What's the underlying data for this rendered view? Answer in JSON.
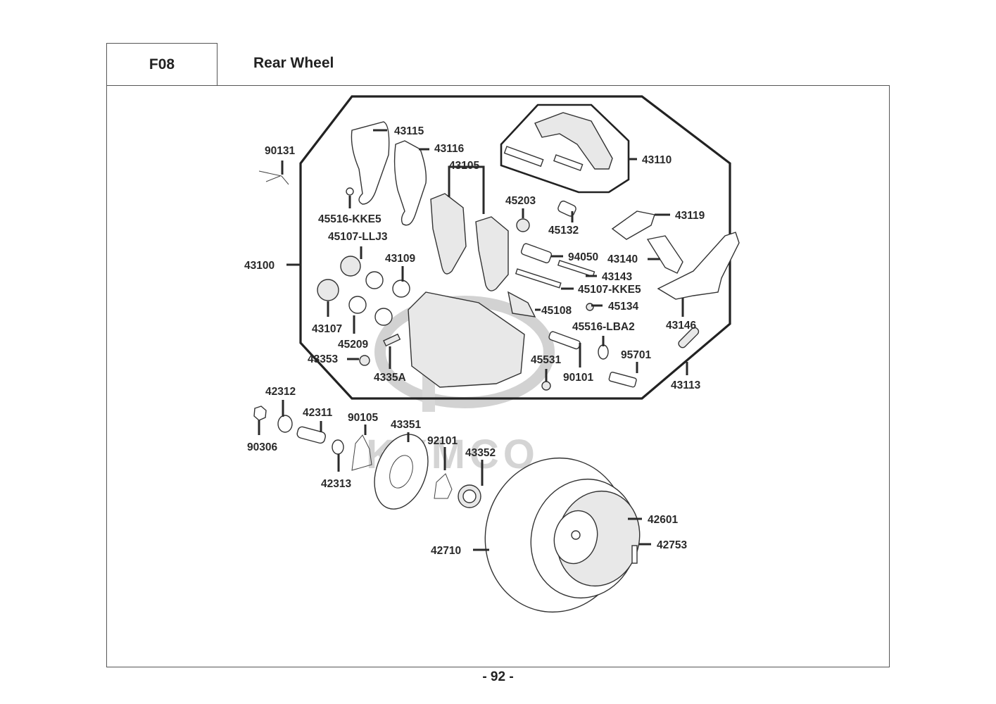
{
  "header": {
    "section_code": "F08",
    "section_title": "Rear Wheel"
  },
  "footer": {
    "page_number": "- 92 -"
  },
  "watermark": {
    "brand_text": "KYMCO"
  },
  "groups": {
    "caliper_assembly": {
      "part_no": "43100"
    },
    "caliper_bracket_group": {
      "part_no": "43110"
    },
    "brake_pad_group": {
      "part_no": "43105"
    }
  },
  "parts": {
    "p43115": "43115",
    "p43116": "43116",
    "p43105": "43105",
    "p43110": "43110",
    "p90131": "90131",
    "p45516_kke5": "45516-KKE5",
    "p45107_llj3": "45107-LLJ3",
    "p45203": "45203",
    "p45132": "45132",
    "p43119": "43119",
    "p43100": "43100",
    "p43109": "43109",
    "p94050": "94050",
    "p43140": "43140",
    "p43143": "43143",
    "p45107_kke5": "45107-KKE5",
    "p43107": "43107",
    "p45108": "45108",
    "p45134": "45134",
    "p43146": "43146",
    "p45209": "45209",
    "p45516_lba2": "45516-LBA2",
    "p43353": "43353",
    "p95701": "95701",
    "p45531": "45531",
    "p90101": "90101",
    "p43113": "43113",
    "p4335a": "4335A",
    "p42312": "42312",
    "p42311": "42311",
    "p90105": "90105",
    "p43351": "43351",
    "p92101": "92101",
    "p43352": "43352",
    "p90306": "90306",
    "p42313": "42313",
    "p42601": "42601",
    "p42753": "42753",
    "p42710": "42710"
  }
}
